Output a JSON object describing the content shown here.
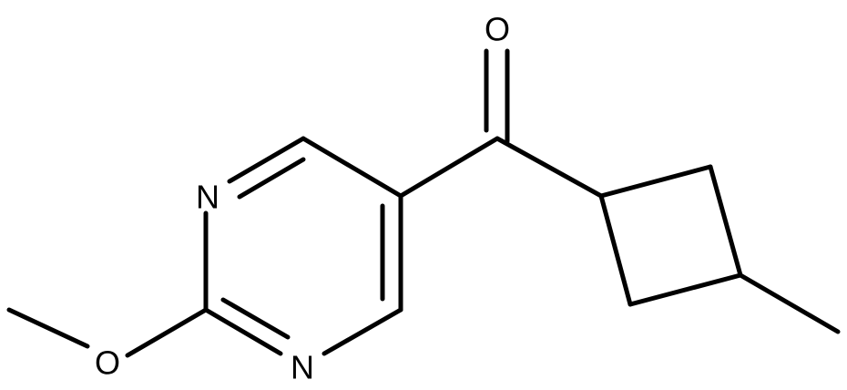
{
  "molecule": {
    "atoms": {
      "oxygen_carbonyl": "O",
      "nitrogen_1": "N",
      "nitrogen_3": "N",
      "oxygen_methoxy": "O"
    }
  },
  "colors": {
    "background": "#ffffff",
    "bond": "#000000",
    "label": "#000000"
  }
}
